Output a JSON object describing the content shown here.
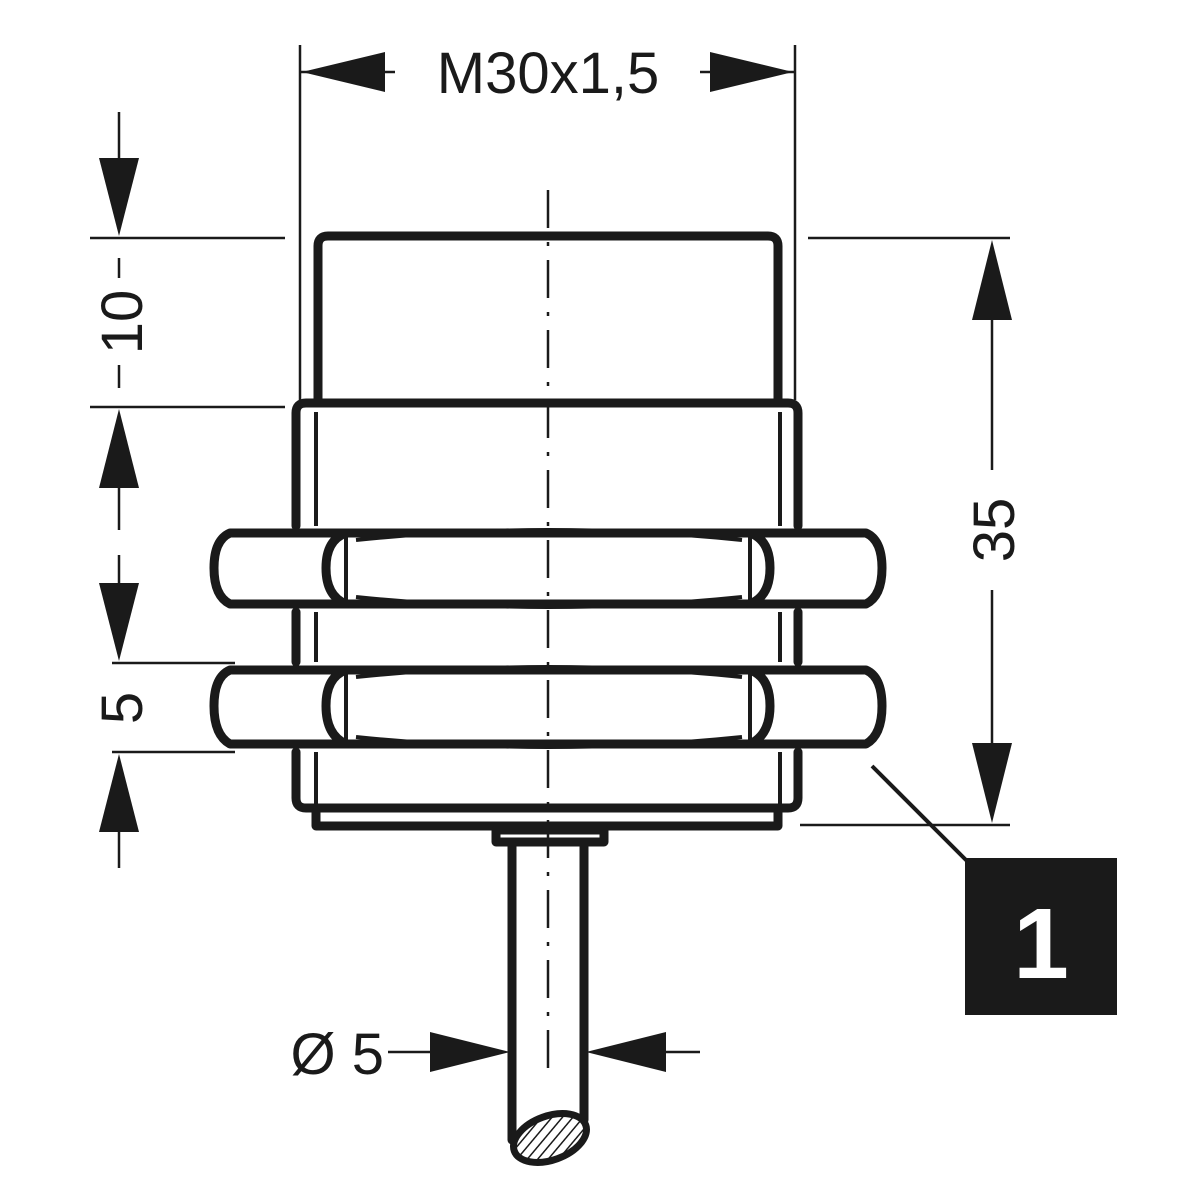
{
  "diagram": {
    "labels": {
      "thread": "M30x1,5",
      "length_front": "10",
      "nut_thickness": "5",
      "total_length": "35",
      "cable_diameter": "Ø 5",
      "callout": "1"
    },
    "colors": {
      "ink": "#1a1a1a",
      "background": "#ffffff",
      "callout_fill": "#1a1a1a",
      "callout_text": "#ffffff"
    }
  }
}
